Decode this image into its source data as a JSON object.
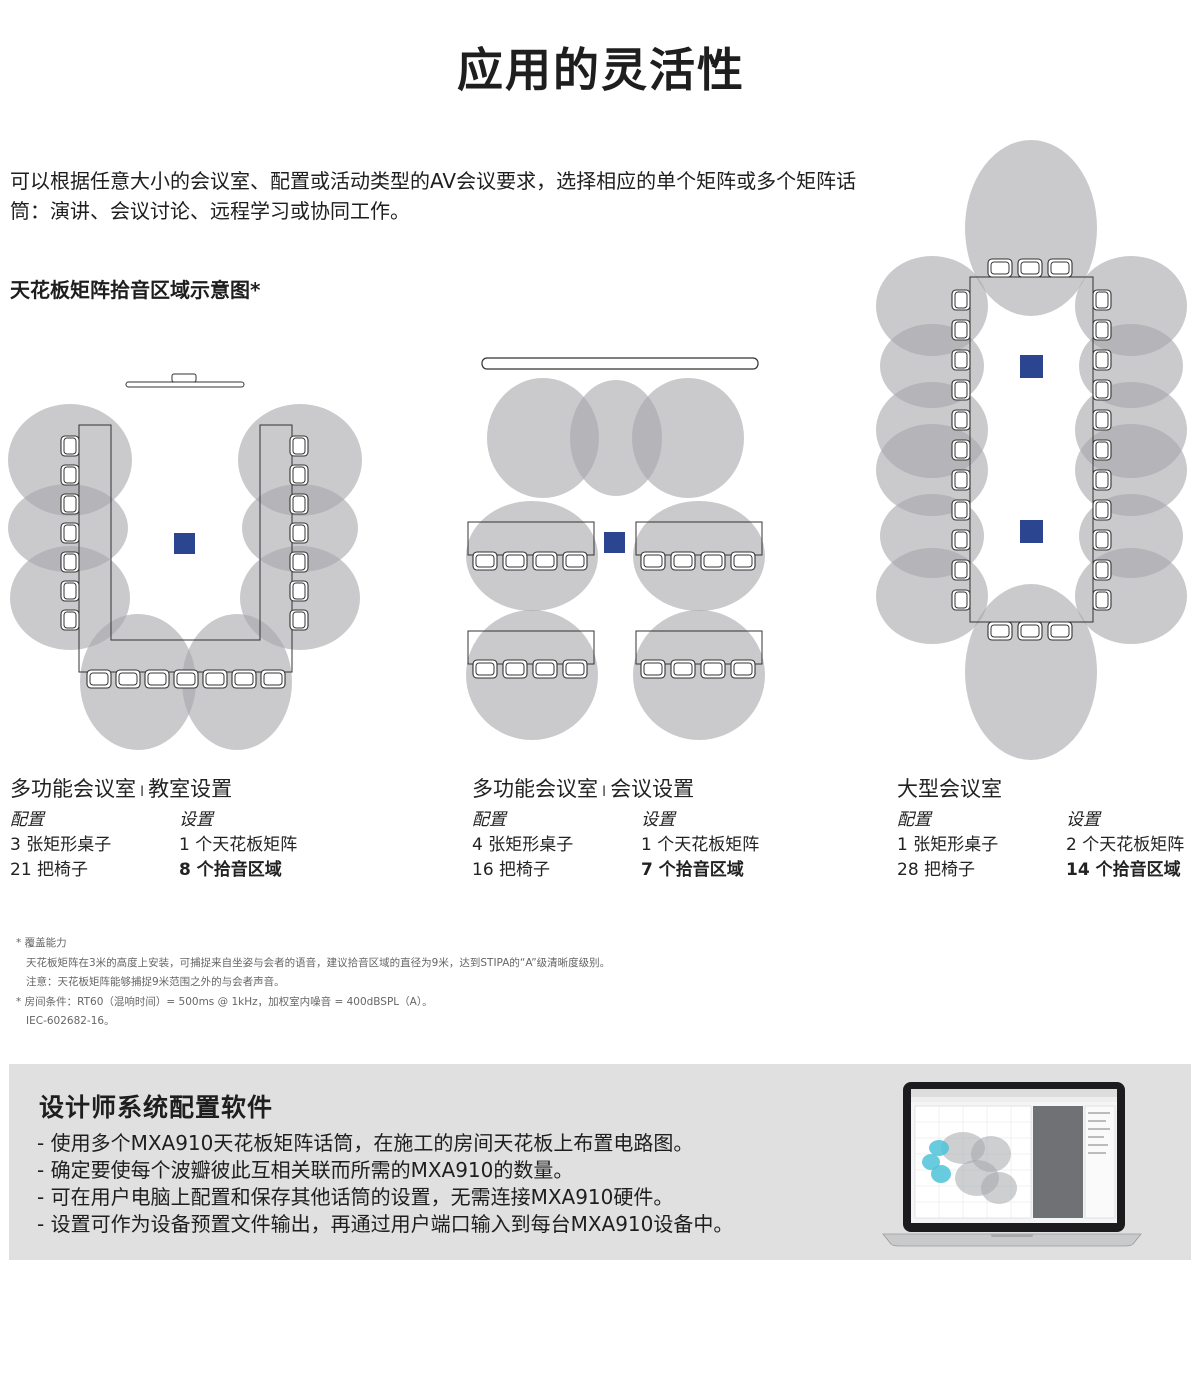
{
  "title": "应用的灵活性",
  "intro": "可以根据任意大小的会议室、配置或活动类型的AV会议要求，选择相应的单个矩阵或多个矩阵话筒：演讲、会议讨论、远程学习或协同工作。",
  "diagram_heading": "天花板矩阵拾音区域示意图*",
  "layouts": [
    {
      "name_a": "多功能会议室",
      "separator": "I",
      "name_b": "教室设置",
      "config_label": "配置",
      "config_tables": "3 张矩形桌子",
      "config_chairs": "21 把椅子",
      "setup_label": "设置",
      "setup_arrays": "1 个天花板矩阵",
      "setup_zones": "8 个拾音区域"
    },
    {
      "name_a": "多功能会议室",
      "separator": "I",
      "name_b": "会议设置",
      "config_label": "配置",
      "config_tables": "4 张矩形桌子",
      "config_chairs": "16 把椅子",
      "setup_label": "设置",
      "setup_arrays": "1 个天花板矩阵",
      "setup_zones": "7 个拾音区域"
    },
    {
      "name_a": "大型会议室",
      "separator": "",
      "name_b": "",
      "config_label": "配置",
      "config_tables": "1 张矩形桌子",
      "config_chairs": "28 把椅子",
      "setup_label": "设置",
      "setup_arrays": "2 个天花板矩阵",
      "setup_zones": "14 个拾音区域"
    }
  ],
  "notes": {
    "coverage_title": "* 覆盖能力",
    "coverage_text": "天花板矩阵在3米的高度上安装，可捕捉来自坐姿与会者的语音，建议拾音区域的直径为9米，达到STIPA的“A”级清晰度级别。",
    "coverage_note": "注意：天花板矩阵能够捕捉9米范围之外的与会者声音。",
    "room_text": "* 房间条件：RT60（混响时间）= 500ms @ 1kHz，加权室内噪音 = 400dBSPL（A）。",
    "standard": "IEC-602682-16。"
  },
  "software": {
    "title": "设计师系统配置软件",
    "items": [
      "- 使用多个MXA910天花板矩阵话筒，在施工的房间天花板上布置电路图。",
      "- 确定要使每个波瓣彼此互相关联而所需的MXA910的数量。",
      "- 可在用户电脑上配置和保存其他话筒的设置，无需连接MXA910硬件。",
      "- 设置可作为设备预置文件输出，再通过用户端口输入到每台MXA910设备中。"
    ]
  },
  "colors": {
    "lobe": "#a6a7ab",
    "array": "#2b4590",
    "band": "#dfe0df",
    "screen_accent": "#4fc3d8"
  }
}
